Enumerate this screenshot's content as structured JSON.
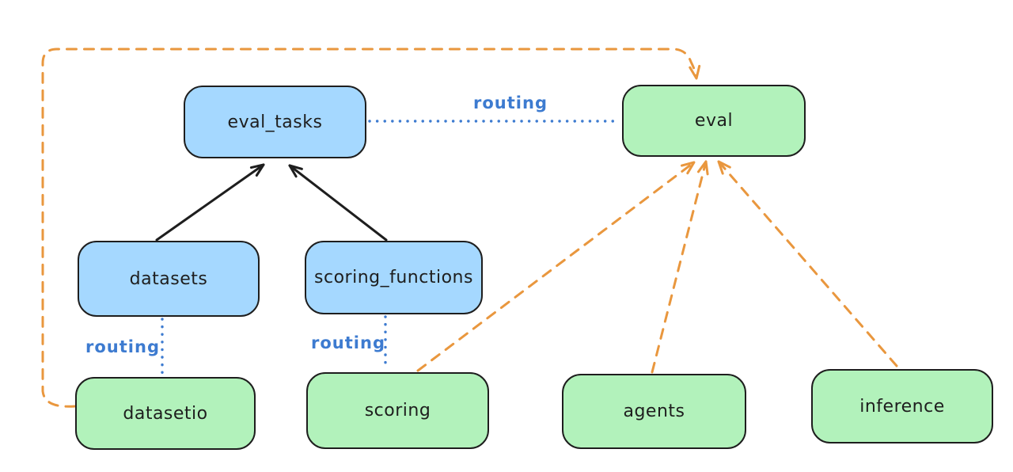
{
  "diagram": {
    "colors": {
      "canvas_bg": "#ffffff",
      "blue_fill": "#a5d8ff",
      "green_fill": "#b2f2bb",
      "stroke": "#1e1e1e",
      "orange": "#e9973e",
      "routing_blue": "#3d7bd0"
    },
    "nodes": {
      "eval_tasks": {
        "label": "eval_tasks",
        "fill": "#a5d8ff"
      },
      "eval": {
        "label": "eval",
        "fill": "#b2f2bb"
      },
      "datasets": {
        "label": "datasets",
        "fill": "#a5d8ff"
      },
      "scoring_functions": {
        "label": "scoring_functions",
        "fill": "#a5d8ff"
      },
      "datasetio": {
        "label": "datasetio",
        "fill": "#b2f2bb"
      },
      "scoring": {
        "label": "scoring",
        "fill": "#b2f2bb"
      },
      "agents": {
        "label": "agents",
        "fill": "#b2f2bb"
      },
      "inference": {
        "label": "inference",
        "fill": "#b2f2bb"
      }
    },
    "edges": {
      "eval_tasks_to_eval": {
        "from": "eval_tasks",
        "to": "eval",
        "style": "dotted",
        "color": "#3d7bd0",
        "label": "routing"
      },
      "datasets_to_datasetio": {
        "from": "datasets",
        "to": "datasetio",
        "style": "dotted",
        "color": "#3d7bd0",
        "label": "routing"
      },
      "scoring_functions_to_scoring": {
        "from": "scoring_functions",
        "to": "scoring",
        "style": "dotted",
        "color": "#3d7bd0",
        "label": "routing"
      },
      "datasets_to_eval_tasks": {
        "from": "datasets",
        "to": "eval_tasks",
        "style": "solid-arrow",
        "color": "#1e1e1e",
        "label": ""
      },
      "scoring_functions_to_eval_tasks": {
        "from": "scoring_functions",
        "to": "eval_tasks",
        "style": "solid-arrow",
        "color": "#1e1e1e",
        "label": ""
      },
      "datasetio_to_eval_loop": {
        "from": "datasetio",
        "to": "eval",
        "style": "dashed-arrow",
        "color": "#e9973e",
        "label": ""
      },
      "scoring_to_eval": {
        "from": "scoring",
        "to": "eval",
        "style": "dashed-arrow",
        "color": "#e9973e",
        "label": ""
      },
      "agents_to_eval": {
        "from": "agents",
        "to": "eval",
        "style": "dashed-arrow",
        "color": "#e9973e",
        "label": ""
      },
      "inference_to_eval": {
        "from": "inference",
        "to": "eval",
        "style": "dashed-arrow",
        "color": "#e9973e",
        "label": ""
      }
    }
  }
}
